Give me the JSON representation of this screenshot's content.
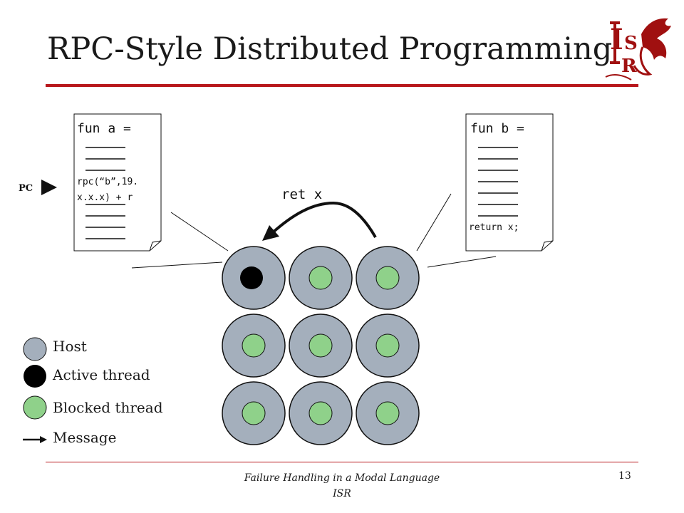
{
  "slide": {
    "title": "RPC-Style Distributed Programming",
    "logo_text": [
      "I",
      "S",
      "R"
    ],
    "footer_title": "Failure Handling in a Modal Language",
    "footer_sub": "ISR",
    "page_number": "13"
  },
  "doc_left": {
    "header": "fun a =",
    "call_line_1": "rpc(“b”,19.",
    "call_line_2": "x.x.x) + r"
  },
  "doc_right": {
    "header": "fun b =",
    "return_line": "return x;"
  },
  "pc_label": "PC",
  "message_label": "ret x",
  "legend": {
    "host": "Host",
    "active": "Active thread",
    "blocked": "Blocked thread",
    "message": "Message"
  },
  "colors": {
    "host": "#a4afbc",
    "active": "#000000",
    "blocked": "#8fd18a",
    "accent": "#b8171c"
  },
  "hosts": [
    {
      "row": 0,
      "col": 0,
      "thread": "active"
    },
    {
      "row": 0,
      "col": 1,
      "thread": "blocked"
    },
    {
      "row": 0,
      "col": 2,
      "thread": "blocked"
    },
    {
      "row": 1,
      "col": 0,
      "thread": "blocked"
    },
    {
      "row": 1,
      "col": 1,
      "thread": "blocked"
    },
    {
      "row": 1,
      "col": 2,
      "thread": "blocked"
    },
    {
      "row": 2,
      "col": 0,
      "thread": "blocked"
    },
    {
      "row": 2,
      "col": 1,
      "thread": "blocked"
    },
    {
      "row": 2,
      "col": 2,
      "thread": "blocked"
    }
  ]
}
